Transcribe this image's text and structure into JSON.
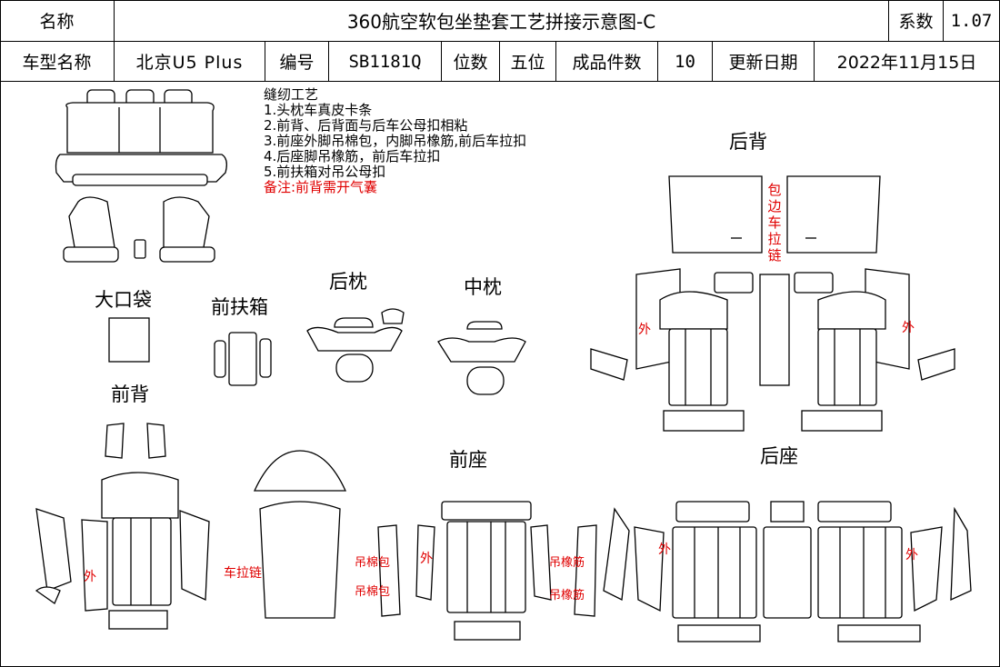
{
  "header": {
    "name_label": "名称",
    "title": "360航空软包坐垫套工艺拼接示意图-C",
    "coef_label": "系数",
    "coef_value": "1.07",
    "model_label": "车型名称",
    "model_value": "北京U5 Plus",
    "code_label": "编号",
    "code_value": "SB1181Q",
    "seats_label": "位数",
    "seats_value": "五位",
    "pieces_label": "成品件数",
    "pieces_value": "10",
    "date_label": "更新日期",
    "date_value": "2022年11月15日"
  },
  "notes": {
    "title": "缝纫工艺",
    "items": [
      "1.头枕车真皮卡条",
      "2.前背、后背面与后车公母扣相粘",
      "3.前座外脚吊棉包，内脚吊橡筋,前后车拉扣",
      "4.后座脚吊橡筋，前后车拉扣",
      "5.前扶箱对吊公母扣"
    ],
    "remark": "备注:前背需开气囊"
  },
  "sections": {
    "big_pocket": "大口袋",
    "front_armrest": "前扶箱",
    "rear_headrest": "后枕",
    "middle_headrest": "中枕",
    "rear_back": "后背",
    "front_back": "前背",
    "front_seat": "前座",
    "rear_seat": "后座"
  },
  "red_labels": {
    "outer": "外",
    "zipper": "车拉链",
    "cotton_1": "吊棉包",
    "cotton_2": "吊棉包",
    "elastic_1": "吊橡筋",
    "elastic_2": "吊橡筋",
    "edge_zip": "包边车拉链"
  },
  "colors": {
    "annotation_red": "#e00000",
    "line": "#000000"
  }
}
